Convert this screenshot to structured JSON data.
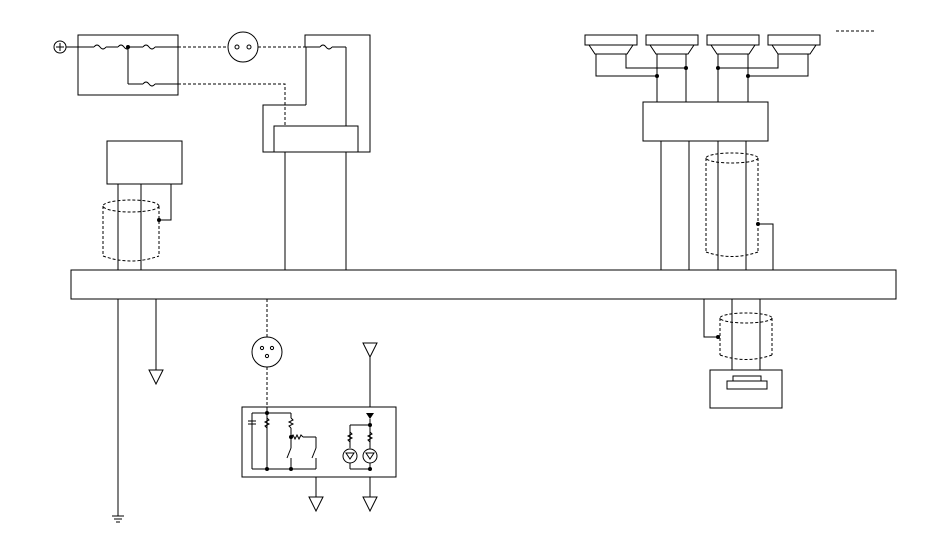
{
  "diagram": {
    "type": "wiring-schematic",
    "background": "#ffffff",
    "line_color": "#000000",
    "text": [],
    "symbols": [
      "battery-positive-icon",
      "fuse-icon",
      "lamp-icon",
      "relay-icon",
      "module-box",
      "shielded-cable-icon",
      "speaker-icon",
      "amplifier-box",
      "ground-icon",
      "antenna-icon",
      "switch-icon",
      "resistor-icon",
      "led-icon",
      "connector-icon",
      "main-harness-bar"
    ]
  }
}
